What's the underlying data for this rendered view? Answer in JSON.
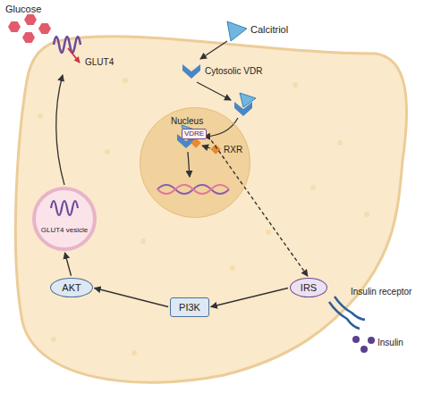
{
  "diagram": {
    "nodes": [
      {
        "text": [
          "Nucleus"
        ]
      },
      {
        "text": [
          "VDRE"
        ],
        "in": 0
      },
      {
        "text": [
          "GLUT4 vesicle"
        ]
      },
      {
        "text": [
          "AKT"
        ]
      },
      {
        "text": [
          "PI3K"
        ]
      },
      {
        "text": [
          "IRS"
        ]
      }
    ],
    "edges": [
      {
        "from": 1,
        "to": 5,
        "arrow": "to"
      },
      {
        "from": 5,
        "to": 4,
        "arrow": "to"
      },
      {
        "from": 4,
        "to": 3,
        "arrow": "to"
      },
      {
        "from": 3,
        "to": 2,
        "arrow": "to"
      }
    ],
    "labels": [
      "Glucose",
      "Calcitriol",
      "GLUT4",
      "Cytosolic VDR",
      "RXR",
      "Insulin receptor",
      "Insulin"
    ]
  }
}
